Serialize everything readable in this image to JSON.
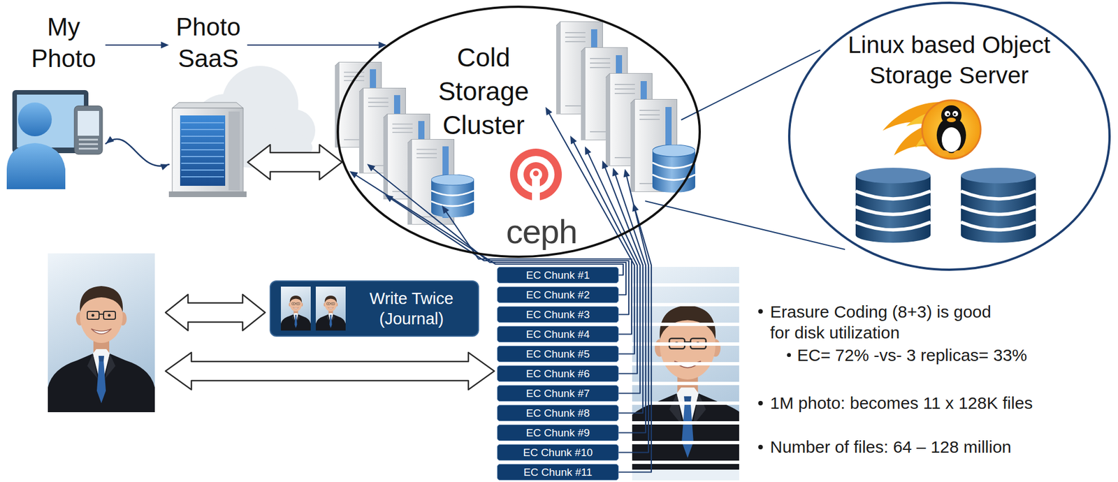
{
  "diagram": {
    "nodes": [
      {
        "text": [
          "My Photo"
        ]
      },
      {
        "text": [
          "Photo SaaS"
        ]
      },
      {
        "text": [
          "Cold Storage Cluster"
        ]
      },
      {
        "text": [
          "Linux based Object Storage Server"
        ]
      },
      {
        "text": [
          "Write Twice (Journal)"
        ]
      },
      {
        "text": [
          "EC Chunk #1"
        ]
      },
      {
        "text": [
          "EC Chunk #2"
        ]
      },
      {
        "text": [
          "EC Chunk #3"
        ]
      },
      {
        "text": [
          "EC Chunk #4"
        ]
      },
      {
        "text": [
          "EC Chunk #5"
        ]
      },
      {
        "text": [
          "EC Chunk #6"
        ]
      },
      {
        "text": [
          "EC Chunk #7"
        ]
      },
      {
        "text": [
          "EC Chunk #8"
        ]
      },
      {
        "text": [
          "EC Chunk #9"
        ]
      },
      {
        "text": [
          "EC Chunk #10"
        ]
      },
      {
        "text": [
          "EC Chunk #11"
        ]
      }
    ],
    "edges": [
      {
        "from": 0,
        "to": 1,
        "arrow": "to"
      },
      {
        "from": 0,
        "to": 1,
        "arrow": "both"
      },
      {
        "from": 1,
        "to": 2,
        "arrow": "to"
      },
      {
        "from": 1,
        "to": 2,
        "arrow": "both"
      },
      {
        "from": 5,
        "to": 2,
        "arrow": "to"
      },
      {
        "from": 6,
        "to": 2,
        "arrow": "to"
      },
      {
        "from": 7,
        "to": 2,
        "arrow": "to"
      },
      {
        "from": 8,
        "to": 2,
        "arrow": "to"
      },
      {
        "from": 9,
        "to": 2,
        "arrow": "to"
      },
      {
        "from": 10,
        "to": 2,
        "arrow": "to"
      },
      {
        "from": 11,
        "to": 2,
        "arrow": "to"
      },
      {
        "from": 12,
        "to": 2,
        "arrow": "to"
      },
      {
        "from": 13,
        "to": 2,
        "arrow": "to"
      },
      {
        "from": 14,
        "to": 2,
        "arrow": "to"
      },
      {
        "from": 15,
        "to": 2,
        "arrow": "to"
      }
    ],
    "labels": [
      "ceph",
      "Erasure Coding (8+3) is good for disk utilization",
      "EC= 72% -vs- 3 replicas= 33%",
      "1M photo: becomes 11 x 128K files",
      "Number of files: 64 – 128 million"
    ]
  }
}
